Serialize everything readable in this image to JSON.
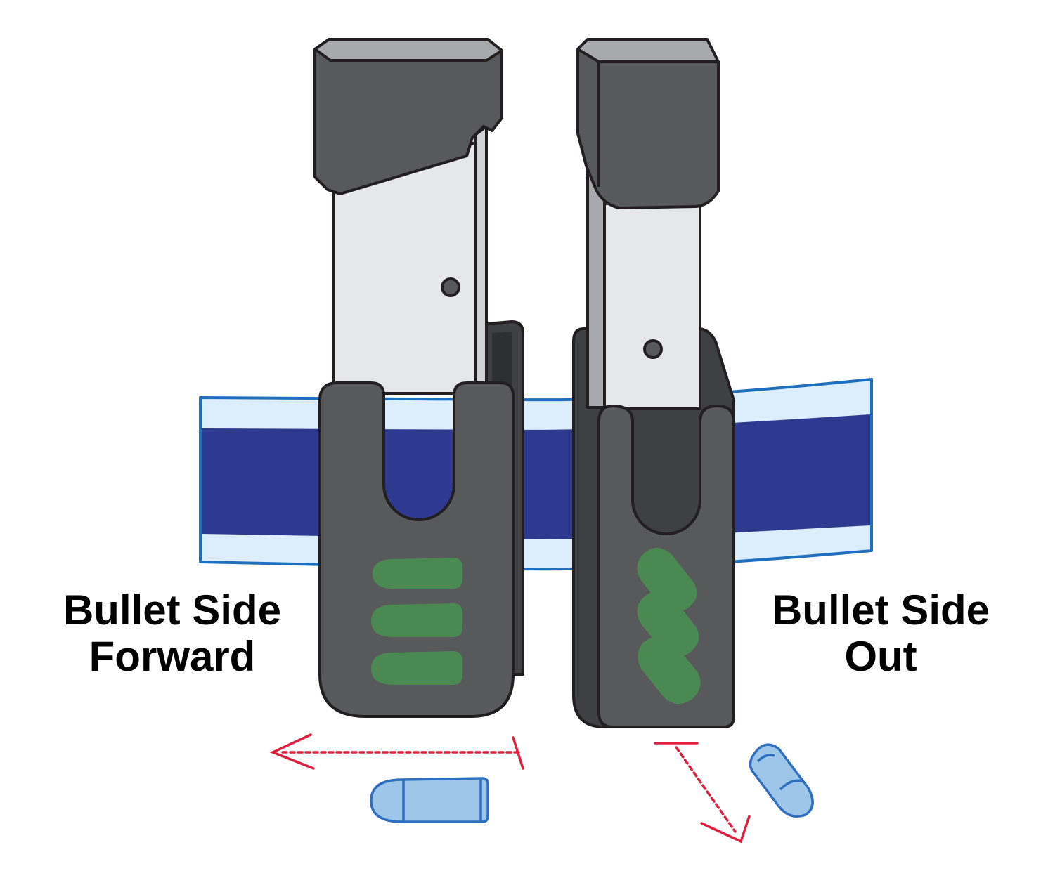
{
  "labels": {
    "left": {
      "line1": "Bullet Side",
      "line2": "Forward"
    },
    "right": {
      "line1": "Bullet Side",
      "line2": "Out"
    }
  },
  "colors": {
    "belt_outer": "#dcedfb",
    "belt_inner": "#2d3a8f",
    "belt_edge": "#1f6fbf",
    "pouch": "#58595b",
    "pouch_back": "#3f4042",
    "outline": "#231f20",
    "magazine_body": "#e6e7e8",
    "magazine_shadow": "#a7a9ac",
    "bullet_marker": "#4a8a52",
    "bullet": "#9ec6e8",
    "bullet_outline": "#2f6fc0",
    "arrow": "#e01f3d"
  },
  "icons": [
    "magazine-icon",
    "mag-pouch-icon",
    "bullet-icon",
    "arrow-icon"
  ]
}
